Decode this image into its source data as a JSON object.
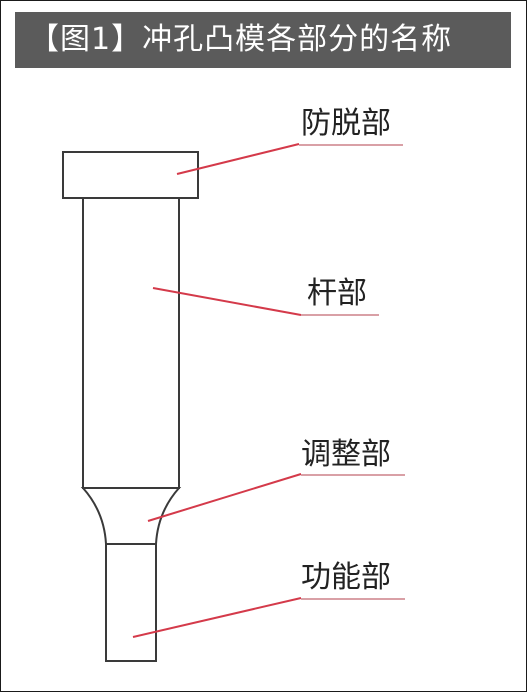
{
  "title": "【图1】冲孔凸模各部分的名称",
  "parts": [
    {
      "id": "stripper",
      "label": "防脱部"
    },
    {
      "id": "shank",
      "label": "杆部"
    },
    {
      "id": "adjust",
      "label": "调整部"
    },
    {
      "id": "function",
      "label": "功能部"
    }
  ],
  "colors": {
    "title_bg": "#5b5b5b",
    "title_text": "#ffffff",
    "outline": "#3a3a3a",
    "leader": "#d43a4a",
    "underline": "#d9a0a6"
  }
}
